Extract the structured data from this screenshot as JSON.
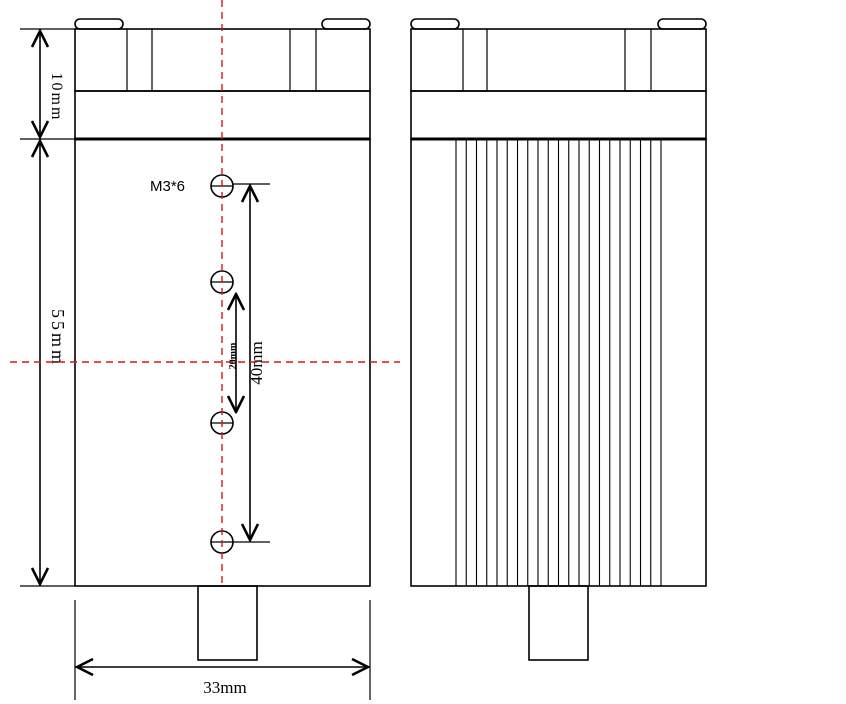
{
  "labels": {
    "dim_top": "10mm",
    "dim_body": "55mm",
    "hole_spec": "M3*6",
    "dim_hole_pitch_outer": "40mm",
    "dim_hole_pitch_inner": "20mm",
    "dim_width": "33mm"
  },
  "colors": {
    "line": "#000000",
    "centerline": "#d11a1a"
  }
}
